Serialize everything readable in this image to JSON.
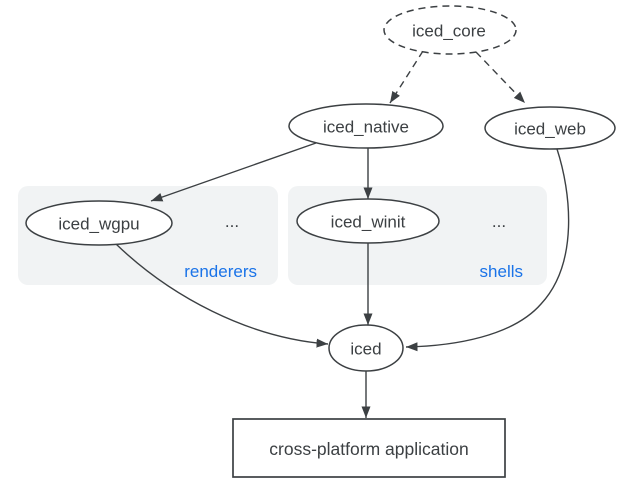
{
  "diagram": {
    "nodes": {
      "iced_core": {
        "label": "iced_core",
        "shape": "ellipse",
        "border": "dashed"
      },
      "iced_native": {
        "label": "iced_native",
        "shape": "ellipse",
        "border": "solid"
      },
      "iced_web": {
        "label": "iced_web",
        "shape": "ellipse",
        "border": "solid"
      },
      "iced_wgpu": {
        "label": "iced_wgpu",
        "shape": "ellipse",
        "border": "solid"
      },
      "iced_winit": {
        "label": "iced_winit",
        "shape": "ellipse",
        "border": "solid"
      },
      "iced": {
        "label": "iced",
        "shape": "ellipse",
        "border": "solid"
      },
      "application": {
        "label": "cross-platform application",
        "shape": "rectangle",
        "border": "solid"
      }
    },
    "groups": {
      "renderers": {
        "label": "renderers",
        "ellipsis": "...",
        "contains": [
          "iced_wgpu"
        ]
      },
      "shells": {
        "label": "shells",
        "ellipsis": "...",
        "contains": [
          "iced_winit"
        ]
      }
    },
    "edges": [
      {
        "from": "iced_core",
        "to": "iced_native",
        "style": "dashed"
      },
      {
        "from": "iced_core",
        "to": "iced_web",
        "style": "dashed"
      },
      {
        "from": "iced_native",
        "to": "iced_wgpu",
        "style": "solid"
      },
      {
        "from": "iced_native",
        "to": "iced_winit",
        "style": "solid"
      },
      {
        "from": "iced_wgpu",
        "to": "iced",
        "style": "solid"
      },
      {
        "from": "iced_winit",
        "to": "iced",
        "style": "solid"
      },
      {
        "from": "iced_web",
        "to": "iced",
        "style": "solid"
      },
      {
        "from": "iced",
        "to": "application",
        "style": "solid"
      }
    ]
  },
  "colors": {
    "stroke": "#3c4043",
    "text": "#3c4043",
    "accent_blue": "#1a73e8",
    "group_fill": "#f1f3f4",
    "background": "#ffffff"
  }
}
